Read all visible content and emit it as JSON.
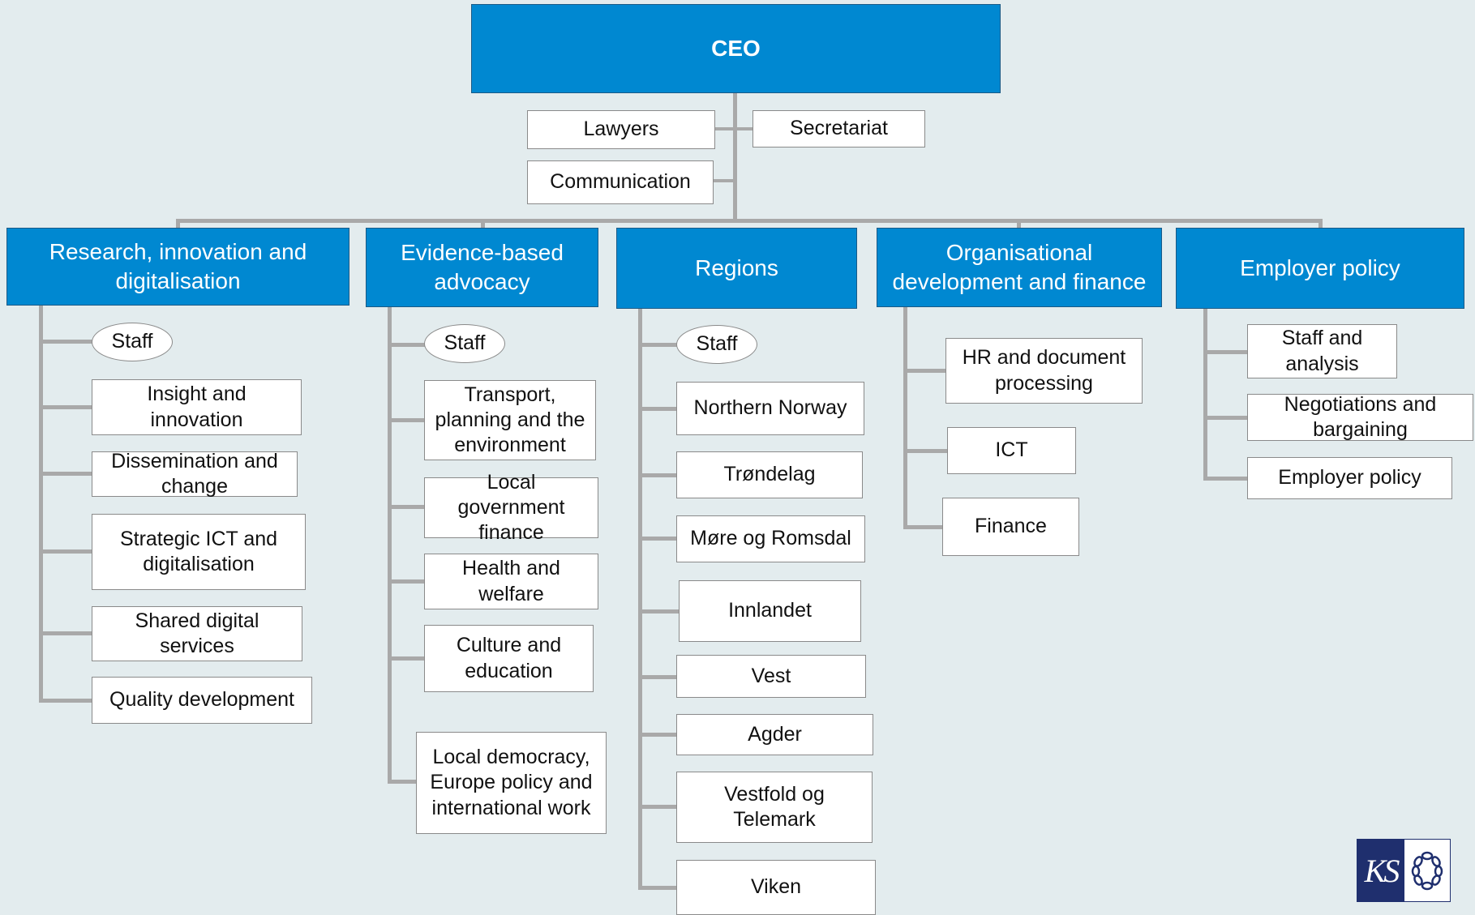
{
  "ceo": "CEO",
  "ceo_staff": [
    "Lawyers",
    "Secretariat",
    "Communication"
  ],
  "divisions": [
    {
      "name": "Research, innovation and\ndigitalisation",
      "units": [
        "Staff",
        "Insight and\ninnovation",
        "Dissemination and\nchange",
        "Strategic ICT and\ndigitalisation",
        "Shared digital\nservices",
        "Quality development"
      ]
    },
    {
      "name": "Evidence-based\nadvocacy",
      "units": [
        "Staff",
        "Transport,\nplanning and the\nenvironment",
        "Local\ngovernment\nfinance",
        "Health and\nwelfare",
        "Culture and\neducation",
        "Local democracy,\nEurope policy and\ninternational work"
      ]
    },
    {
      "name": "Regions",
      "units": [
        "Staff",
        "Northern Norway",
        "Trøndelag",
        "Møre og Romsdal",
        "Innlandet",
        "Vest",
        "Agder",
        "Vestfold og\nTelemark",
        "Viken"
      ]
    },
    {
      "name": "Organisational\ndevelopment and finance",
      "units": [
        "HR and document\nprocessing",
        "ICT",
        "Finance"
      ]
    },
    {
      "name": "Employer policy",
      "units": [
        "Staff and\nanalysis",
        "Negotiations and\nbargaining",
        "Employer policy"
      ]
    }
  ],
  "logo": {
    "text": "KS",
    "mark_icon": "chain-ring-icon"
  },
  "colors": {
    "division": "#0088d1",
    "connector": "#a9a9a9",
    "background": "#e3ecee"
  }
}
